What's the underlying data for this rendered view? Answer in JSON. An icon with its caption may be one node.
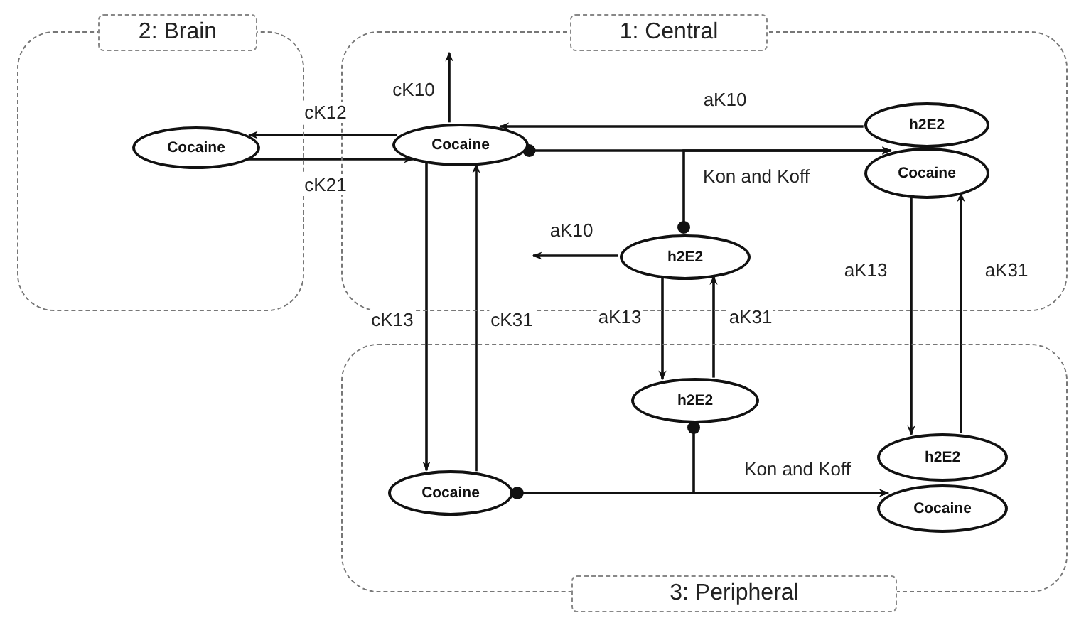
{
  "diagram": {
    "nodes": [
      {
        "text": [
          "2: Brain"
        ]
      },
      {
        "text": [
          "Cocaine"
        ],
        "in": 0
      },
      {
        "text": [
          "1: Central"
        ]
      },
      {
        "text": [
          "Cocaine"
        ],
        "in": 2
      },
      {
        "text": [
          "h2E2"
        ],
        "in": 2
      },
      {
        "text": [
          "Cocaine"
        ],
        "in": 2
      },
      {
        "text": [
          "h2E2"
        ],
        "in": 2
      },
      {
        "text": [
          "3: Peripheral"
        ]
      },
      {
        "text": [
          "h2E2"
        ],
        "in": 7
      },
      {
        "text": [
          "Cocaine"
        ],
        "in": 7
      },
      {
        "text": [
          "h2E2"
        ],
        "in": 7
      },
      {
        "text": [
          "Cocaine"
        ],
        "in": 7
      }
    ],
    "edges": [
      {
        "from": 3,
        "to": 1,
        "arrow": "to",
        "label": "cK12"
      },
      {
        "from": 1,
        "to": 3,
        "arrow": "to",
        "label": "cK21"
      },
      {
        "from": 3,
        "to": null,
        "arrow": "to",
        "label": "cK10"
      },
      {
        "from": 4,
        "to": 3,
        "arrow": "to",
        "label": "aK10"
      },
      {
        "from": 3,
        "to": 5,
        "arrow": "to",
        "label": "Kon and Koff"
      },
      {
        "from": 6,
        "to": 5,
        "arrow": "to"
      },
      {
        "from": 6,
        "to": null,
        "arrow": "to",
        "label": "aK10"
      },
      {
        "from": 3,
        "to": 9,
        "arrow": "to",
        "label": "cK13"
      },
      {
        "from": 9,
        "to": 3,
        "arrow": "to",
        "label": "cK31"
      },
      {
        "from": 6,
        "to": 8,
        "arrow": "to",
        "label": "aK13"
      },
      {
        "from": 8,
        "to": 6,
        "arrow": "to",
        "label": "aK31"
      },
      {
        "from": 5,
        "to": 10,
        "arrow": "to",
        "label": "aK13"
      },
      {
        "from": 10,
        "to": 5,
        "arrow": "to",
        "label": "aK31"
      },
      {
        "from": 9,
        "to": 11,
        "arrow": "to",
        "label": "Kon and Koff"
      },
      {
        "from": 8,
        "to": 11,
        "arrow": "to"
      }
    ]
  }
}
